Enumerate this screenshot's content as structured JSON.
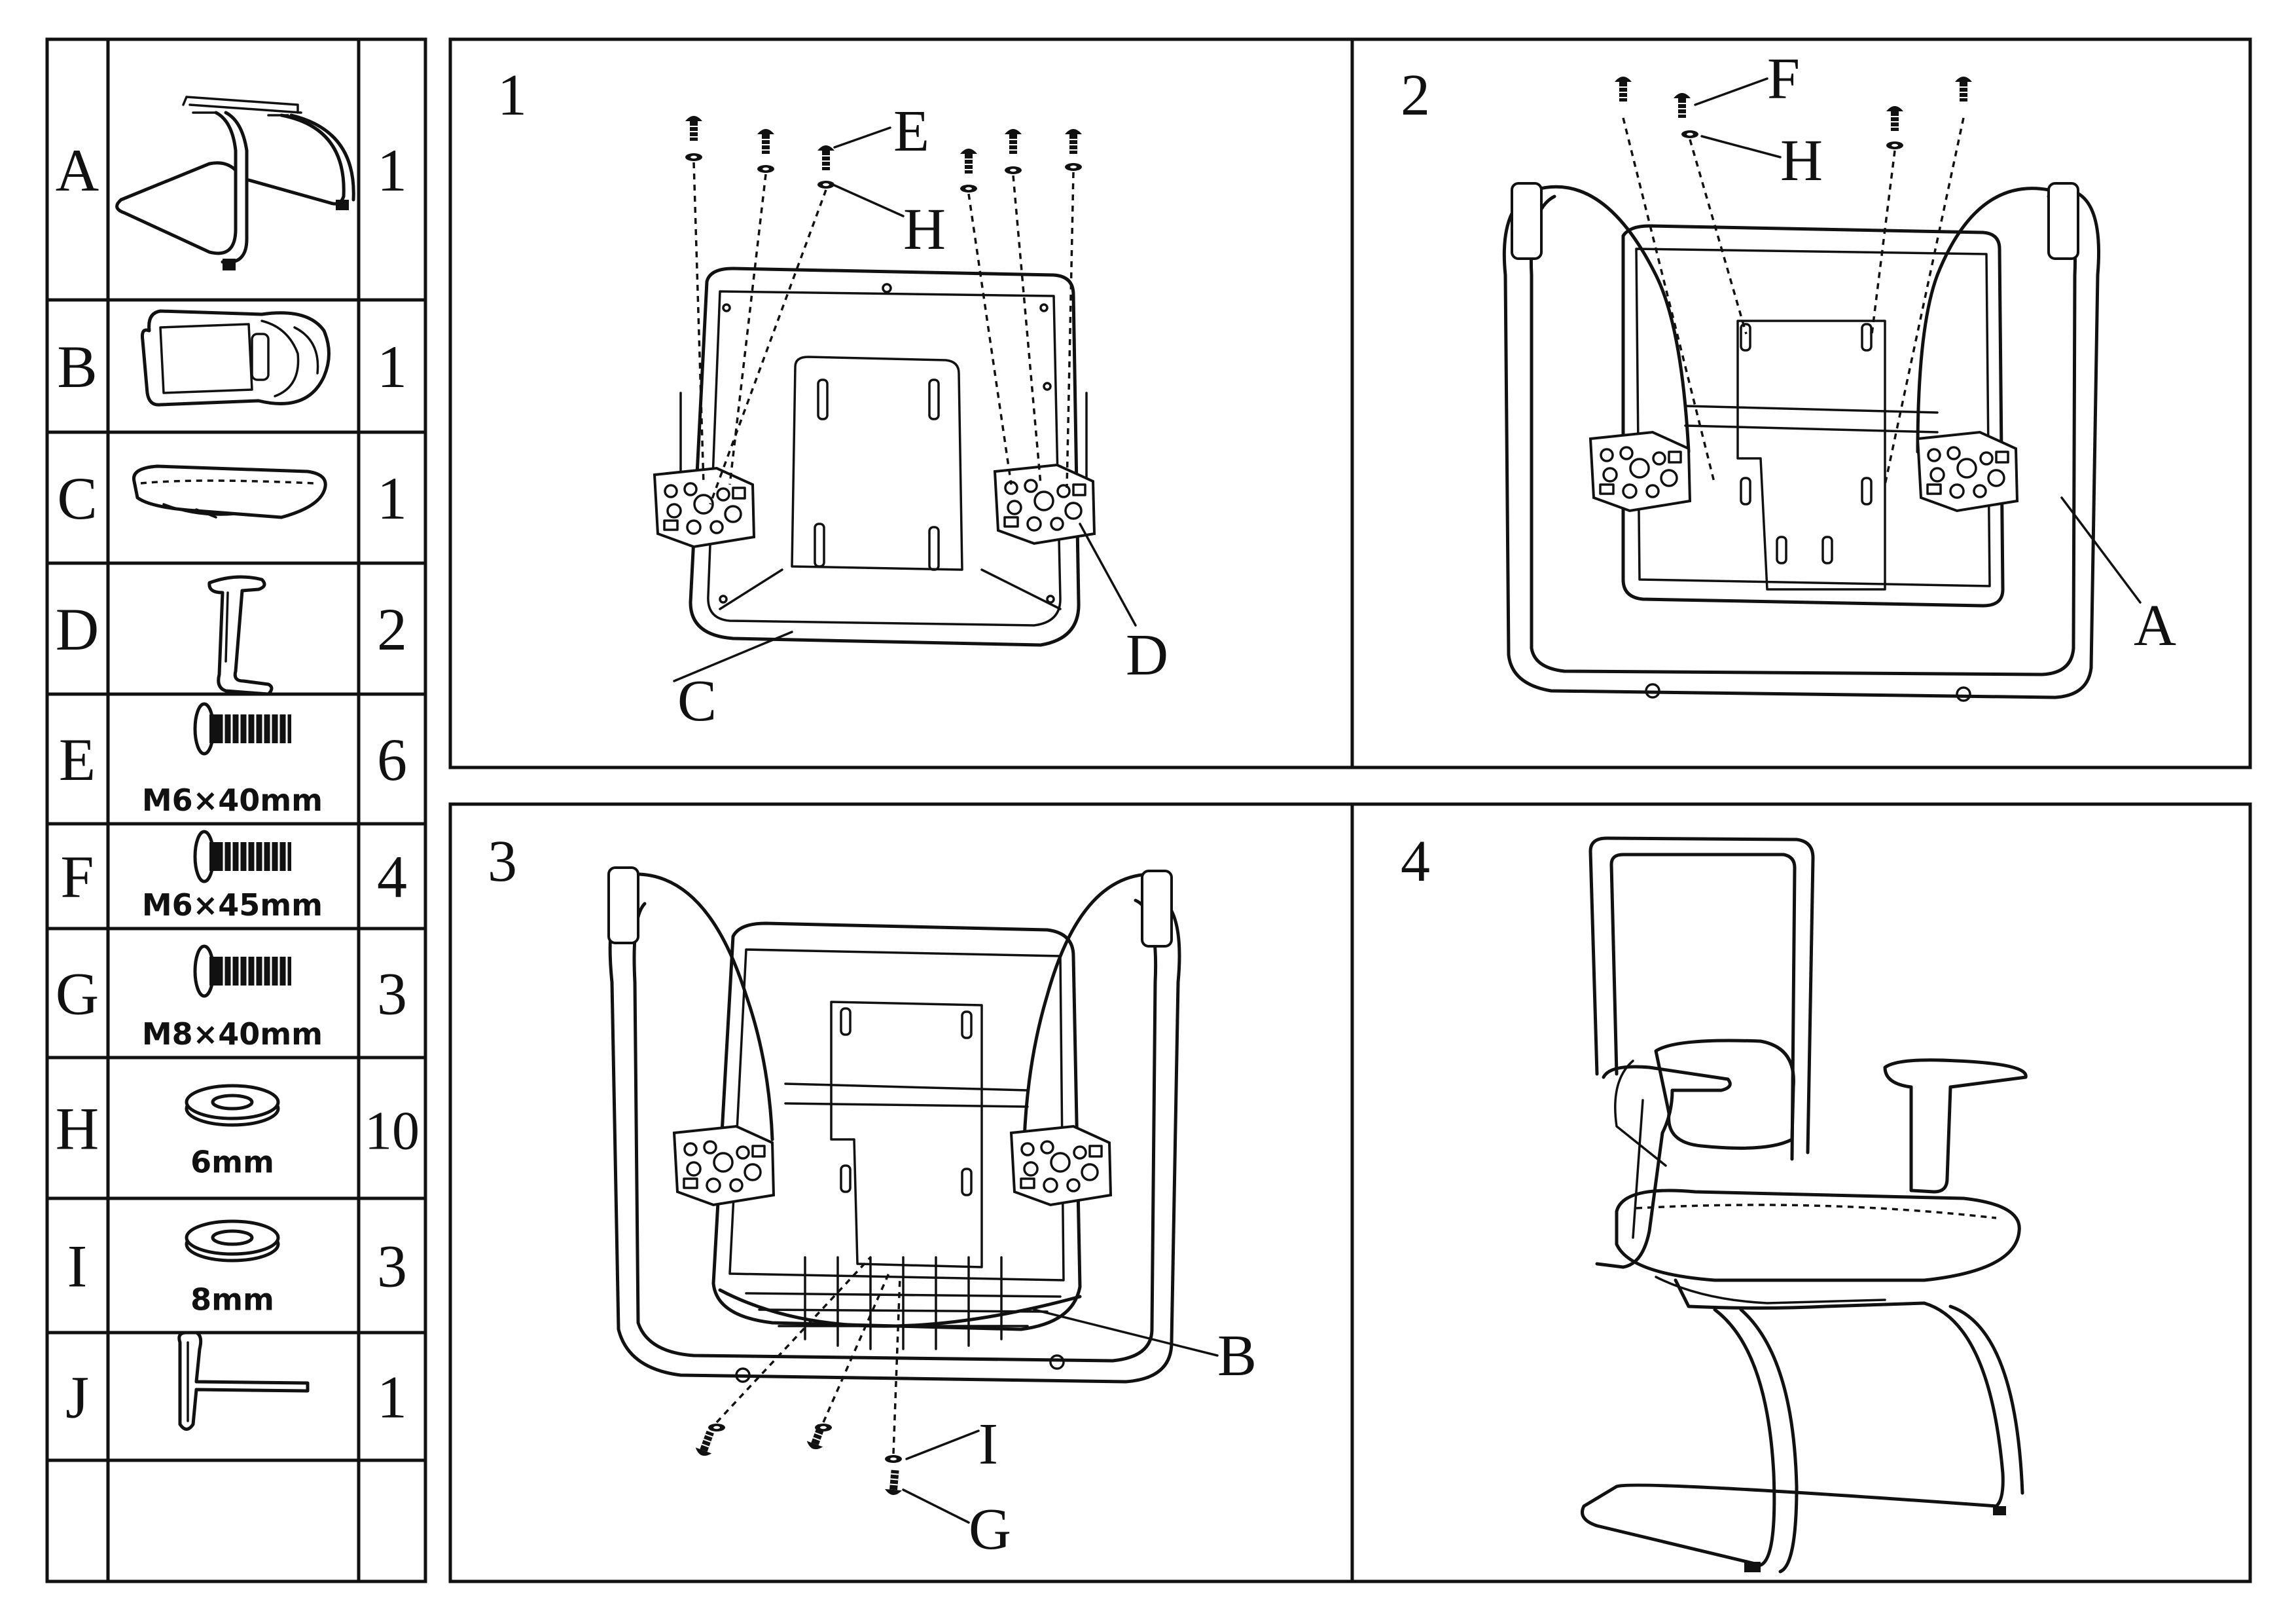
{
  "parts": [
    {
      "letter": "A",
      "icon": "chair-base-frame-icon",
      "spec": "",
      "qty": "1"
    },
    {
      "letter": "B",
      "icon": "backrest-icon",
      "spec": "",
      "qty": "1"
    },
    {
      "letter": "C",
      "icon": "seat-cushion-icon",
      "spec": "",
      "qty": "1"
    },
    {
      "letter": "D",
      "icon": "armrest-icon",
      "spec": "",
      "qty": "2"
    },
    {
      "letter": "E",
      "icon": "bolt-icon",
      "spec": "M6×40mm",
      "qty": "6"
    },
    {
      "letter": "F",
      "icon": "bolt-icon",
      "spec": "M6×45mm",
      "qty": "4"
    },
    {
      "letter": "G",
      "icon": "bolt-icon",
      "spec": "M8×40mm",
      "qty": "3"
    },
    {
      "letter": "H",
      "icon": "washer-icon",
      "spec": "6mm",
      "qty": "10"
    },
    {
      "letter": "I",
      "icon": "washer-icon",
      "spec": "8mm",
      "qty": "3"
    },
    {
      "letter": "J",
      "icon": "allen-key-icon",
      "spec": "",
      "qty": "1"
    }
  ],
  "steps": [
    {
      "number": "1",
      "callouts": [
        "E",
        "H",
        "C",
        "D"
      ]
    },
    {
      "number": "2",
      "callouts": [
        "F",
        "H",
        "A"
      ]
    },
    {
      "number": "3",
      "callouts": [
        "B",
        "I",
        "G"
      ]
    },
    {
      "number": "4",
      "callouts": []
    }
  ]
}
